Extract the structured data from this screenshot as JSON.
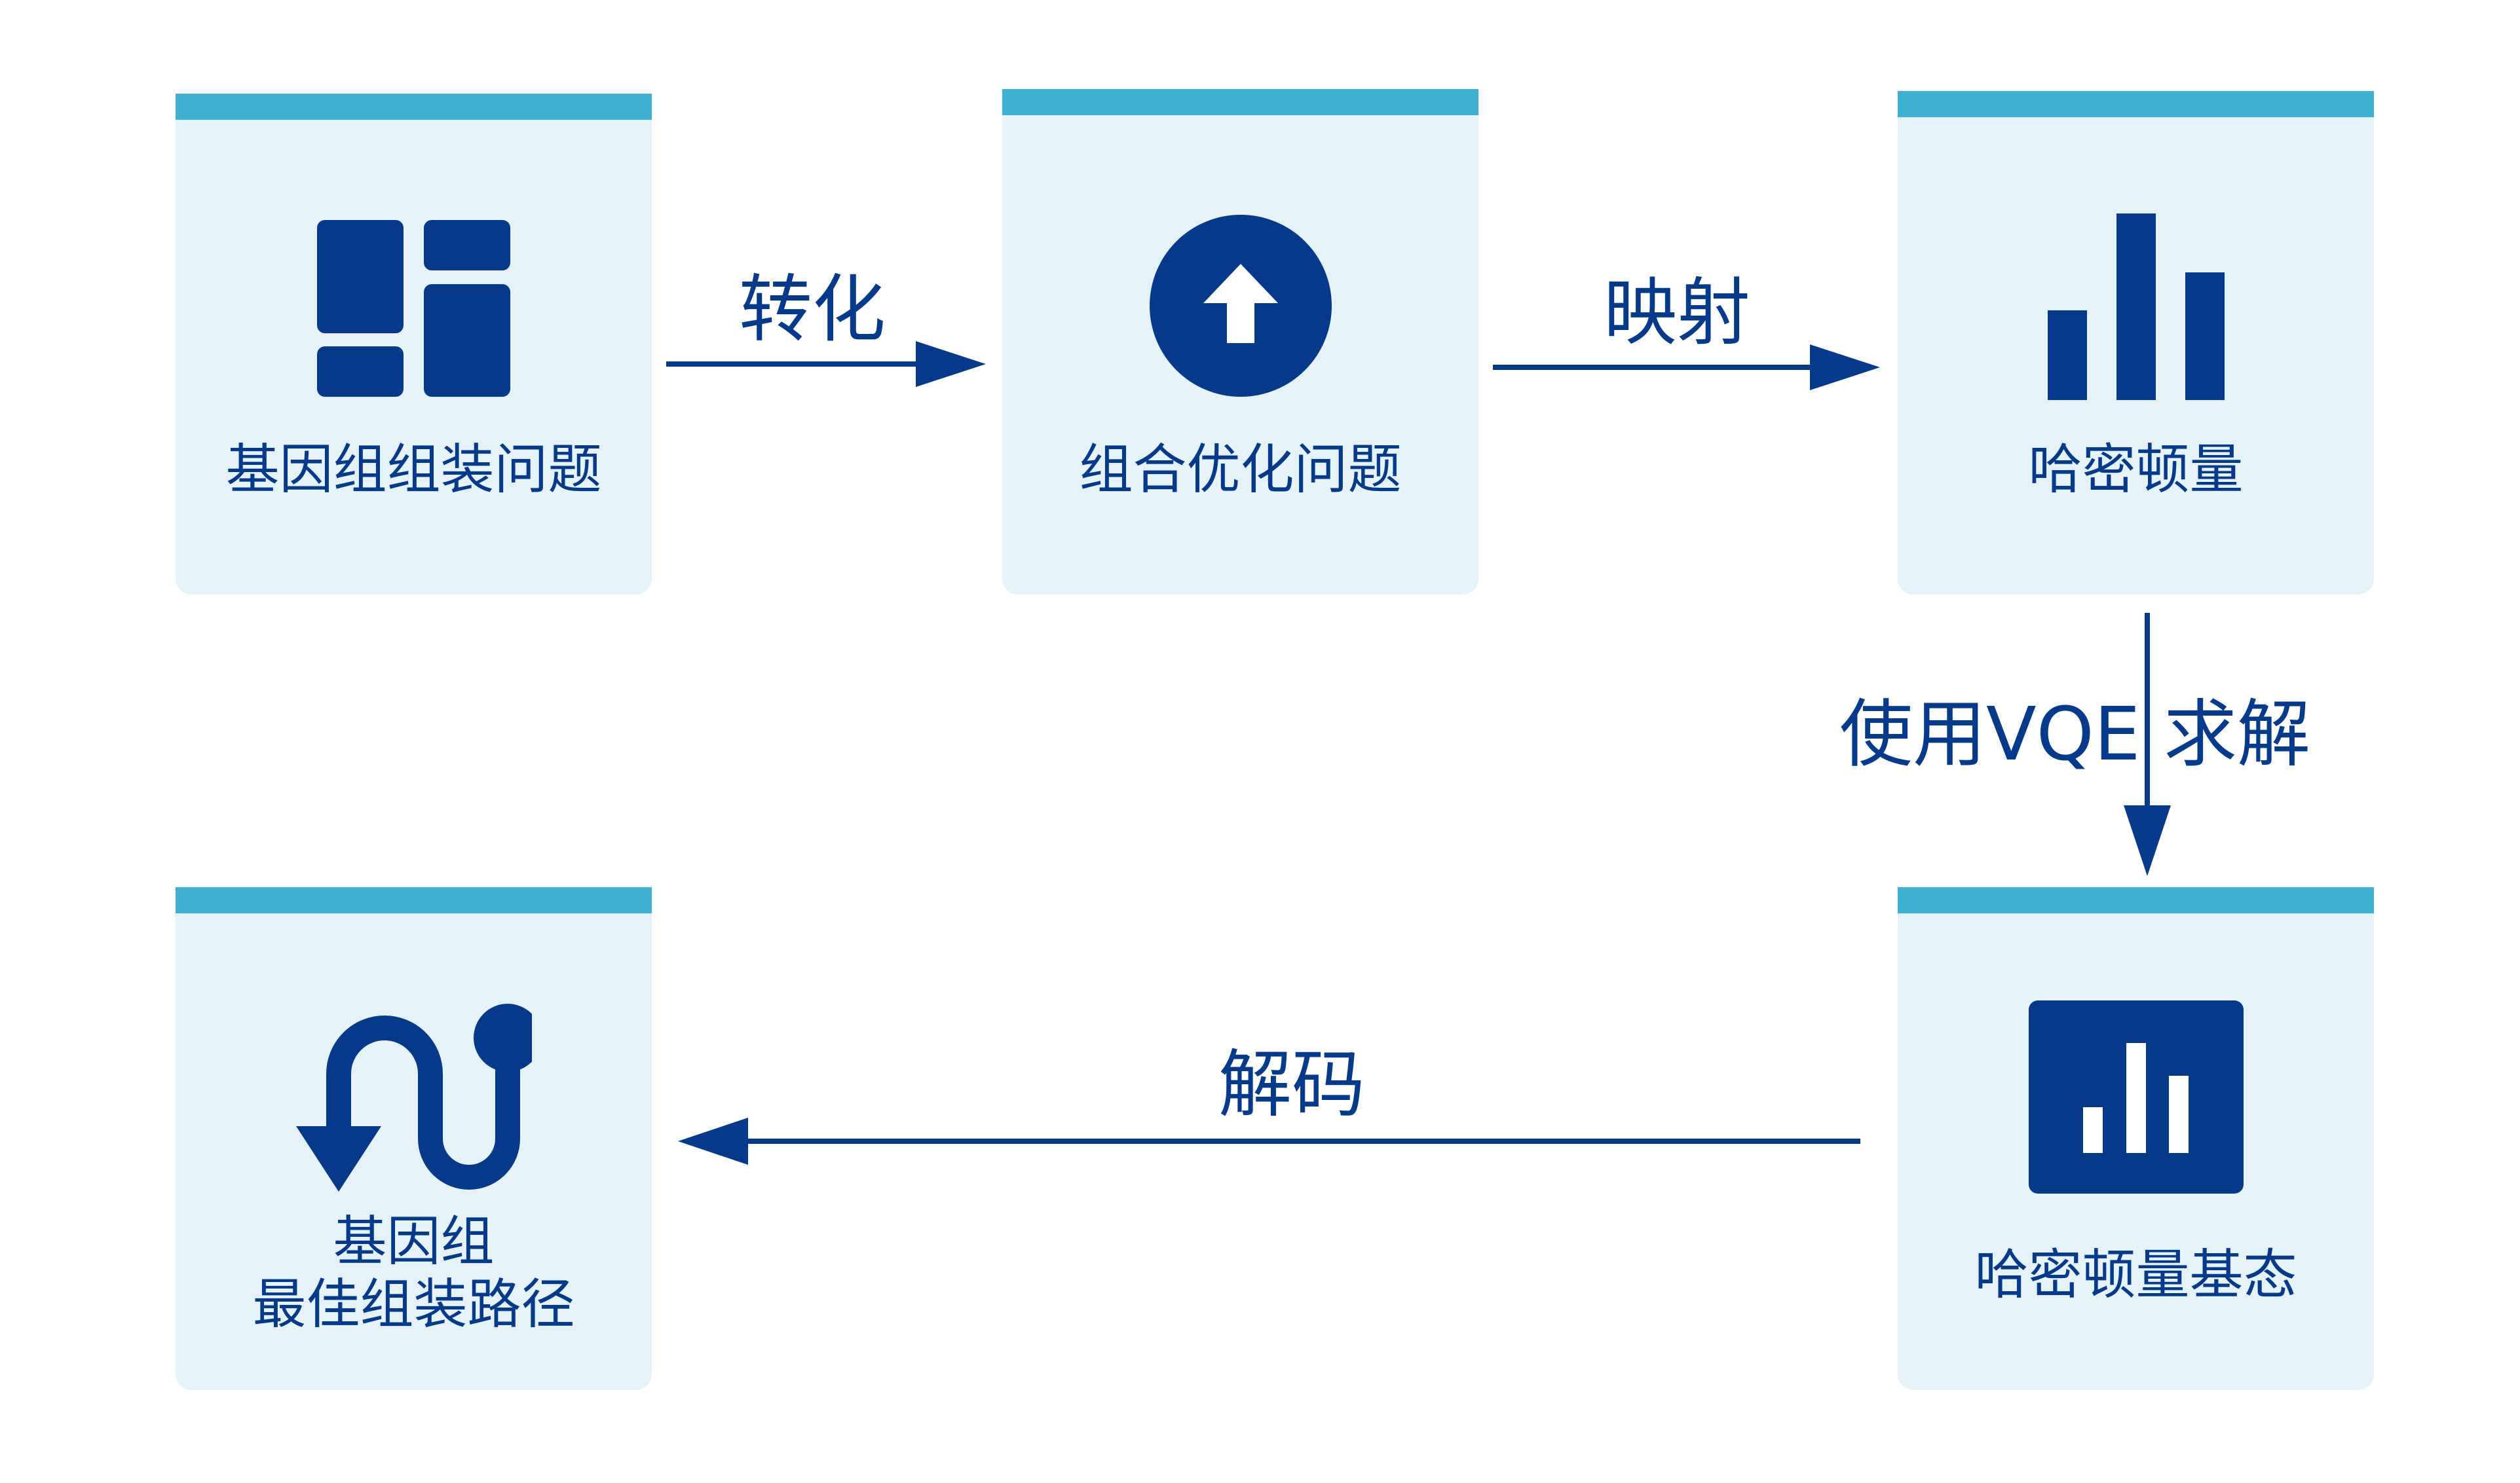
{
  "colors": {
    "primary": "#053a8a",
    "card_bg": "#e5f3f8",
    "card_bar": "#3fb0d1"
  },
  "nodes": {
    "genome_problem": {
      "label": "基因组组装问题",
      "icon": "layout-grid-icon"
    },
    "combinatorial_optimization": {
      "label": "组合优化问题",
      "icon": "arrow-up-circle-icon"
    },
    "hamiltonian": {
      "label": "哈密顿量",
      "icon": "bar-chart-icon"
    },
    "ground_state": {
      "label": "哈密顿量基态",
      "icon": "bar-chart-square-icon"
    },
    "best_path": {
      "label_line1": "基因组",
      "label_line2": "最佳组装路径",
      "icon": "route-icon"
    }
  },
  "edges": {
    "transform": "转化",
    "map": "映射",
    "solve_prefix": "使用VQE",
    "solve_suffix": "求解",
    "decode": "解码"
  }
}
